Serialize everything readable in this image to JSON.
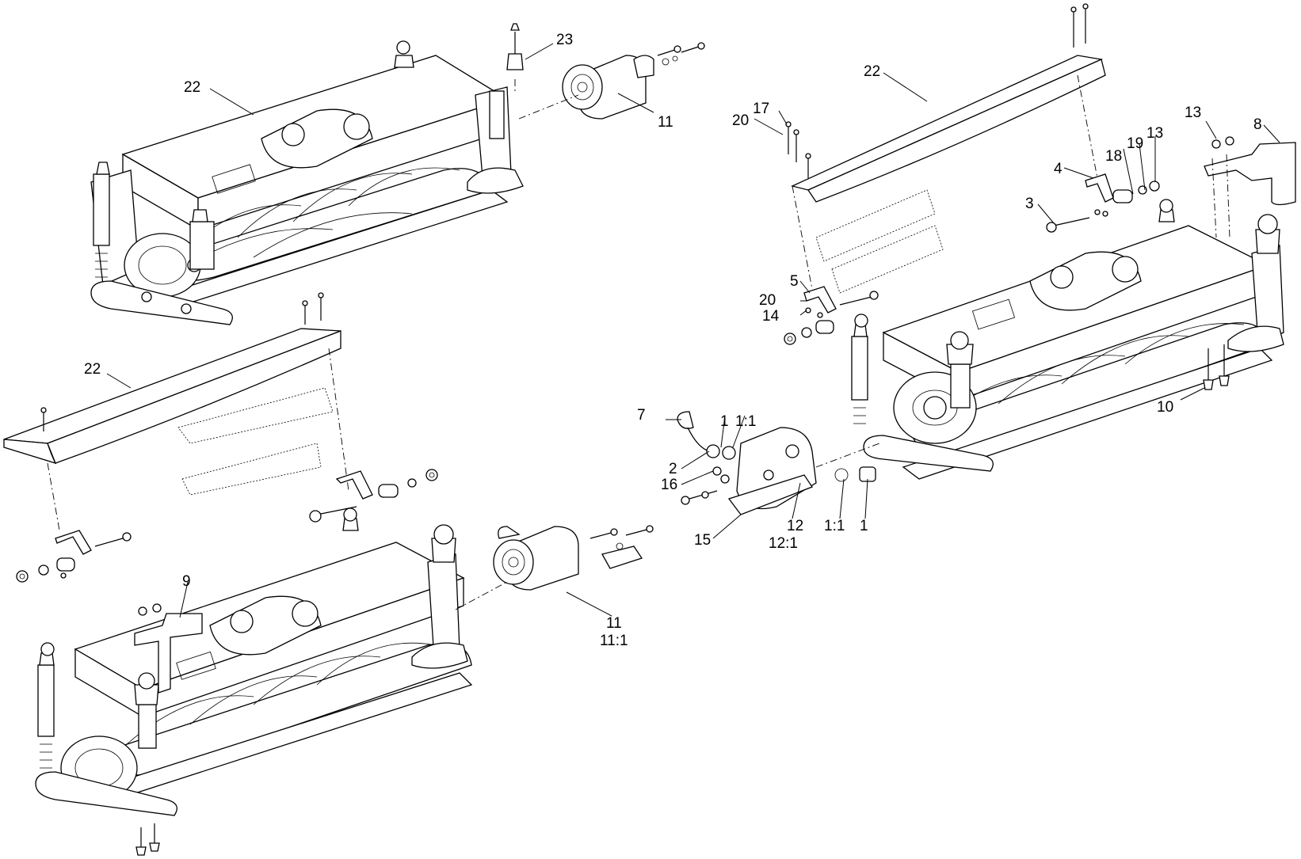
{
  "callouts": {
    "c22a": "22",
    "c23": "23",
    "c11a": "11",
    "c22b": "22",
    "c17": "17",
    "c20a": "20",
    "c13a": "13",
    "c8": "8",
    "c18": "18",
    "c19": "19",
    "c13b": "13",
    "c4": "4",
    "c3": "3",
    "c5": "5",
    "c20b": "20",
    "c14": "14",
    "c22c": "22",
    "c10": "10",
    "c7": "7",
    "c1a": "1",
    "c1_1a": "1:1",
    "c2": "2",
    "c16": "16",
    "c15": "15",
    "c12": "12",
    "c12_1": "12:1",
    "c1_1b": "1:1",
    "c1b": "1",
    "c9": "9",
    "c11b": "11",
    "c11_1": "11:1"
  },
  "icons": [
    "reel-assembly",
    "hydraulic-motor",
    "shield",
    "bracket",
    "bolt",
    "washer",
    "nut",
    "fitting",
    "o-ring"
  ]
}
